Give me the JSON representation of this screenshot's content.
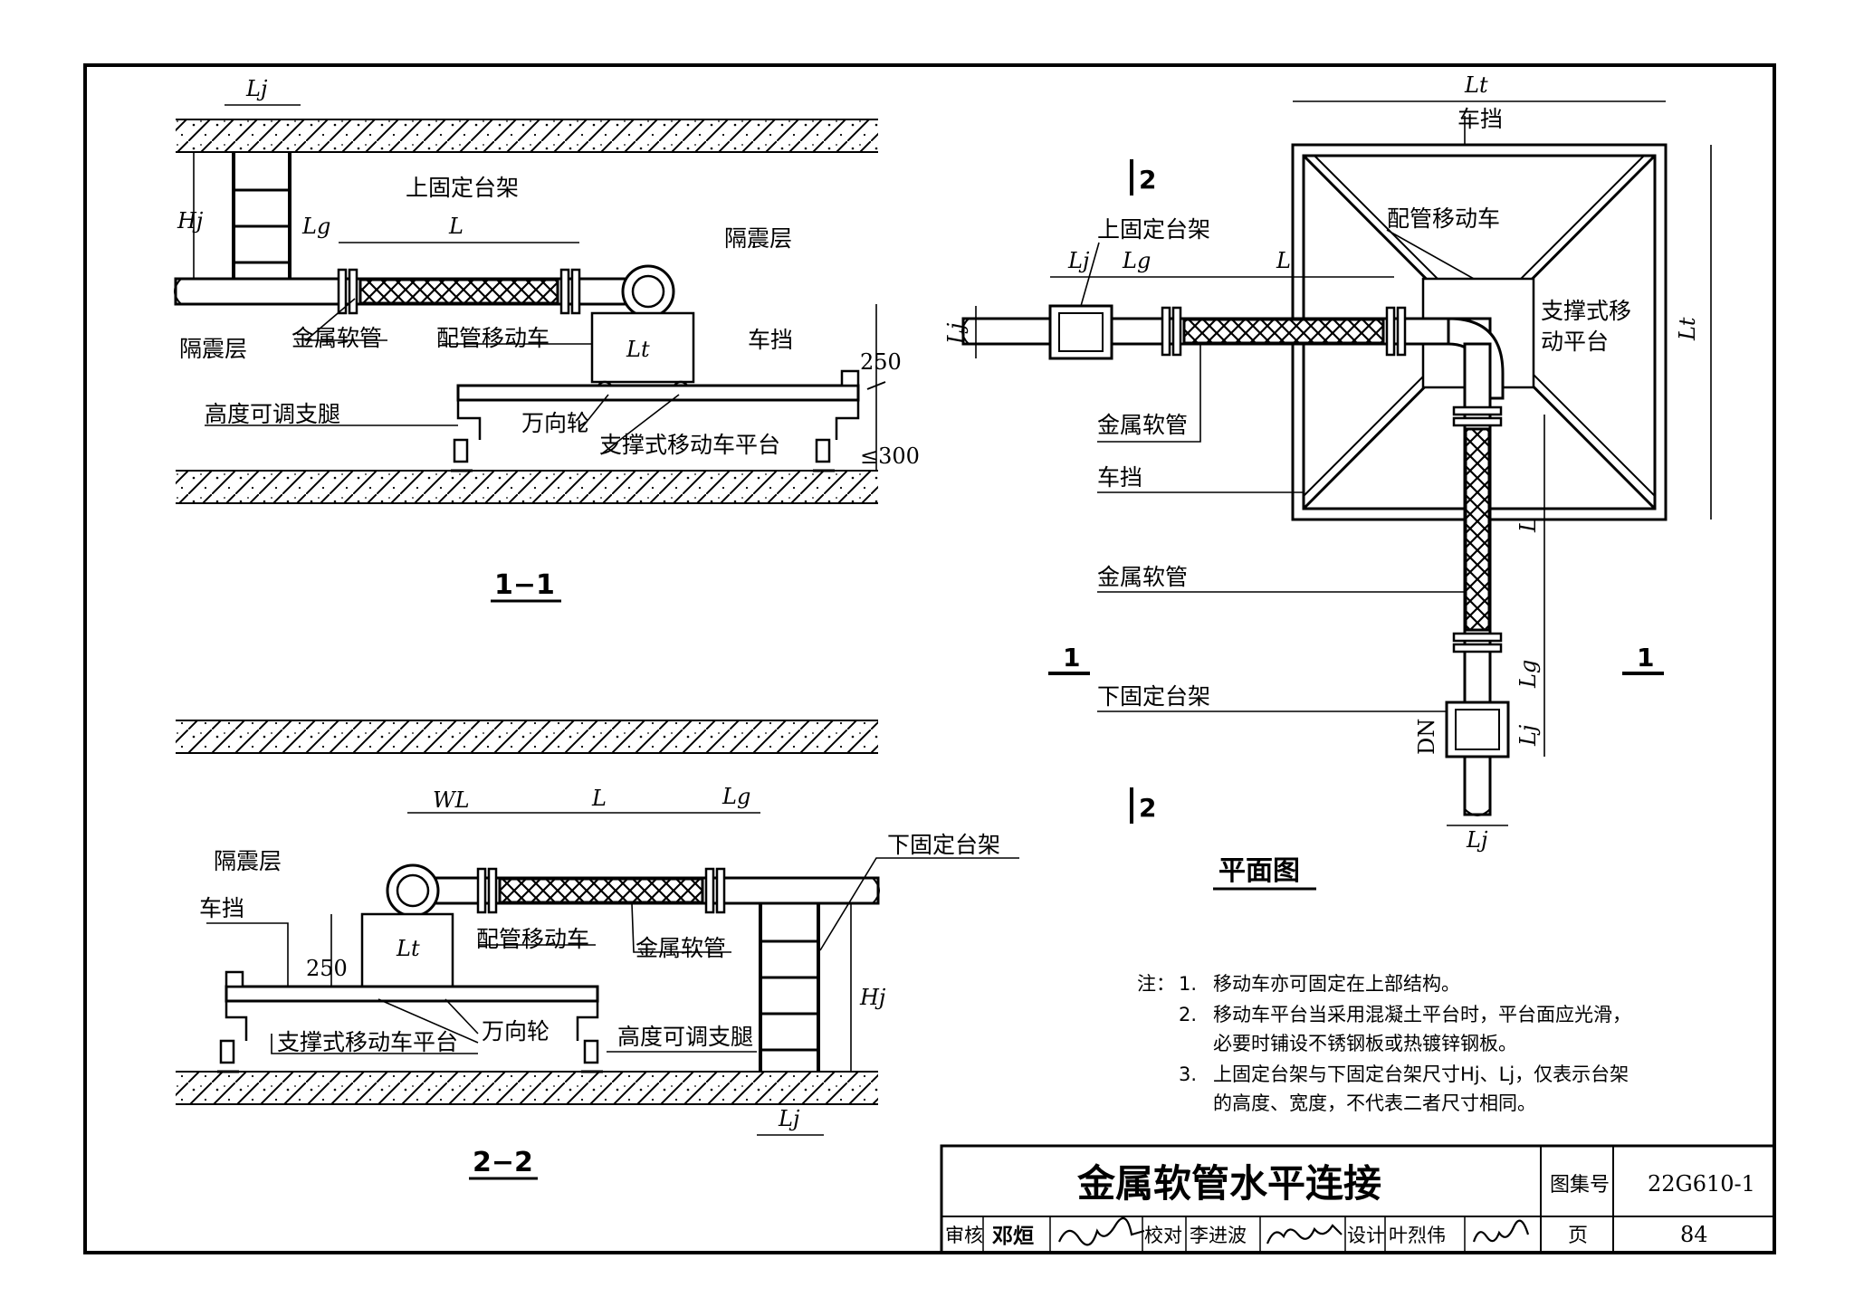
{
  "labels": {
    "lj": "Lj",
    "lg": "Lg",
    "l": "L",
    "lt": "Lt",
    "hj": "Hj",
    "wl": "WL",
    "dn": "DN",
    "dim_250": "250",
    "dim_le300": "≤300",
    "upper_fixed_frame": "上固定台架",
    "lower_fixed_frame": "下固定台架",
    "isolation_layer": "隔震层",
    "metal_hose": "金属软管",
    "pipe_cart": "配管移动车",
    "stopper": "车挡",
    "adjustable_leg": "高度可调支腿",
    "caster": "万向轮",
    "support_platform": "支撑式移动车平台",
    "support_platform_line1": "支撑式移",
    "support_platform_line2": "动平台",
    "section_mark_1": "1",
    "section_mark_2": "2"
  },
  "titles": {
    "section_1_1": "1−1",
    "section_2_2": "2−2",
    "plan": "平面图"
  },
  "notes": {
    "prefix": "注：",
    "items": [
      {
        "num": "1.",
        "lines": [
          "移动车亦可固定在上部结构。"
        ]
      },
      {
        "num": "2.",
        "lines": [
          "移动车平台当采用混凝土平台时，平台面应光滑，",
          "必要时铺设不锈钢板或热镀锌钢板。"
        ]
      },
      {
        "num": "3.",
        "lines": [
          "上固定台架与下固定台架尺寸Hj、Lj，仅表示台架",
          "的高度、宽度，不代表二者尺寸相同。"
        ]
      }
    ]
  },
  "title_block": {
    "title": "金属软管水平连接",
    "atlas_label": "图集号",
    "atlas_no": "22G610-1",
    "page_label": "页",
    "page_no": "84",
    "review_label": "审核",
    "reviewer": "邓烜",
    "check_label": "校对",
    "checker": "李进波",
    "design_label": "设计",
    "designer": "叶烈伟"
  }
}
